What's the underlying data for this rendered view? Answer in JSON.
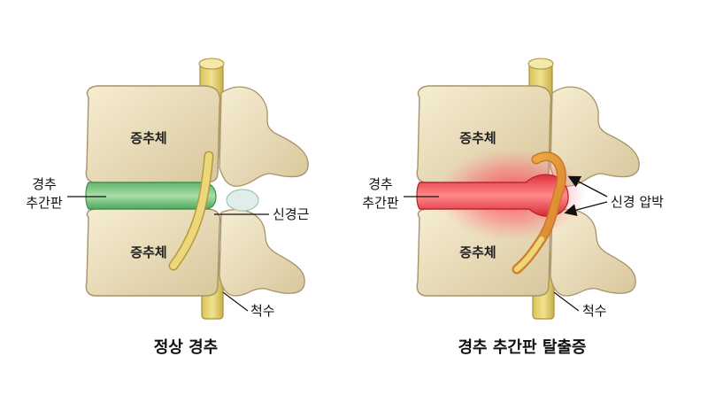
{
  "panels": {
    "normal": {
      "caption": "정상 경추",
      "vertebra_top": "증추체",
      "vertebra_bottom": "증추체",
      "disc_label_line1": "경추",
      "disc_label_line2": "추간판",
      "nerve_label": "신경근",
      "cord_label": "척수"
    },
    "herniated": {
      "caption": "경추 추간판 탈출증",
      "vertebra_top": "증추체",
      "vertebra_bottom": "증추체",
      "disc_label_line1": "경추",
      "disc_label_line2": "추간판",
      "compression_label": "신경 압박",
      "cord_label": "척수"
    }
  },
  "colors": {
    "bone": "#efe3bf",
    "bone_shadow": "#c9b68c",
    "normal_disc": "#7fc98a",
    "herniated_disc": "#e8404a",
    "nerve": "#e6cf6a",
    "inflamed_nerve": "#e9a03c"
  }
}
